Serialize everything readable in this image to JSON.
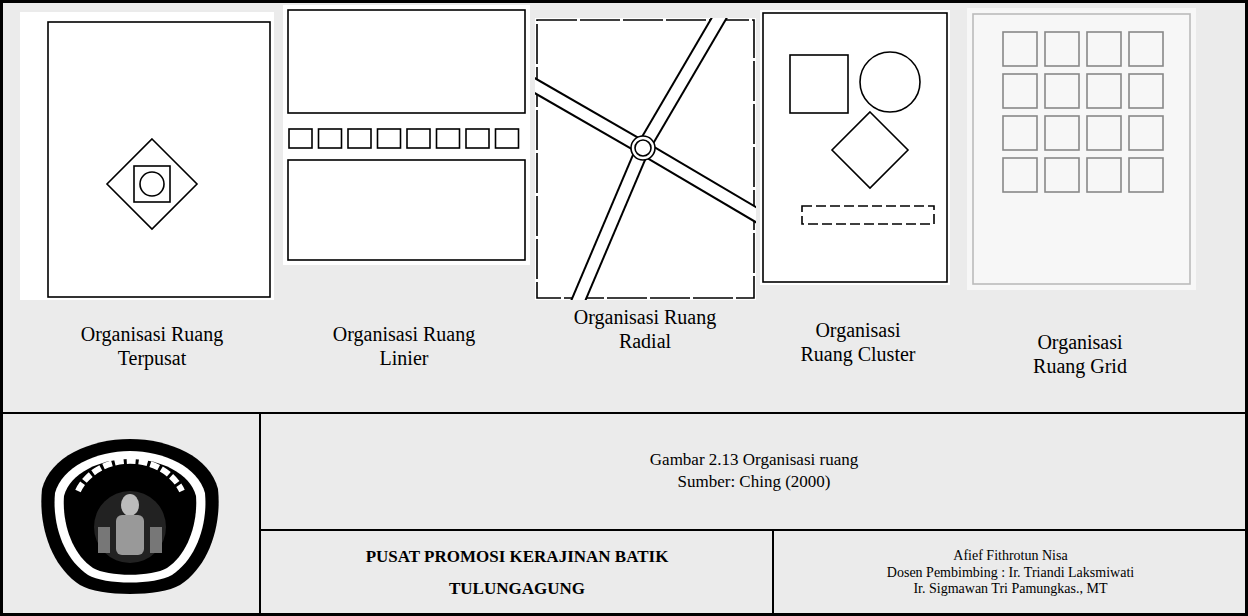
{
  "diagram": {
    "nodes": [
      {
        "text": [
          "Organisasi Ruang Terpusat"
        ]
      },
      {
        "text": [
          "Organisasi Ruang Linier"
        ]
      },
      {
        "text": [
          "Organisasi Ruang Radial"
        ]
      },
      {
        "text": [
          "Organisasi Ruang Cluster"
        ]
      },
      {
        "text": [
          "Organisasi Ruang Grid"
        ]
      },
      {
        "text": [
          "Gambar 2.13 Organisasi ruang",
          "Sumber: Ching (2000)"
        ]
      },
      {
        "text": [
          "PUSAT PROMOSI KERAJINAN BATIK TULUNGAGUNG"
        ]
      },
      {
        "text": [
          "Afief Fithrotun Nisa",
          "Dosen Pembimbing : Ir. Triandi Laksmiwati",
          "Ir. Sigmawan Tri Pamungkas., MT"
        ]
      }
    ]
  }
}
